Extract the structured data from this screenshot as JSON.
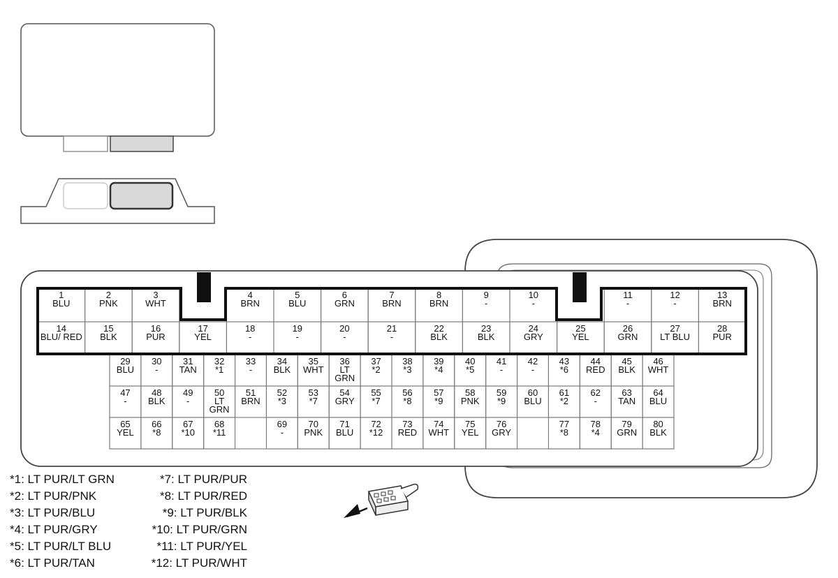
{
  "connector": {
    "main_rows": [
      [
        [
          "1",
          "BLU"
        ],
        [
          "2",
          "PNK"
        ],
        [
          "3",
          "WHT"
        ],
        null,
        [
          "4",
          "BRN"
        ],
        [
          "5",
          "BLU"
        ],
        [
          "6",
          "GRN"
        ],
        [
          "7",
          "BRN"
        ],
        [
          "8",
          "BRN"
        ],
        [
          "9",
          "-"
        ],
        [
          "10",
          "-"
        ],
        null,
        [
          "11",
          "-"
        ],
        [
          "12",
          "-"
        ],
        [
          "13",
          "BRN"
        ]
      ],
      [
        [
          "14",
          "BLU/ RED"
        ],
        [
          "15",
          "BLK"
        ],
        [
          "16",
          "PUR"
        ],
        [
          "17",
          "YEL"
        ],
        [
          "18",
          "-"
        ],
        [
          "19",
          "-"
        ],
        [
          "20",
          "-"
        ],
        [
          "21",
          "-"
        ],
        [
          "22",
          "BLK"
        ],
        [
          "23",
          "BLK"
        ],
        [
          "24",
          "GRY"
        ],
        [
          "25",
          "YEL"
        ],
        [
          "26",
          "GRN"
        ],
        [
          "27",
          "LT BLU"
        ],
        [
          "28",
          "PUR"
        ]
      ]
    ],
    "lower_rows": [
      [
        [
          "29",
          "BLU"
        ],
        [
          "30",
          "-"
        ],
        [
          "31",
          "TAN"
        ],
        [
          "32",
          "*1"
        ],
        [
          "33",
          "-"
        ],
        [
          "34",
          "BLK"
        ],
        [
          "35",
          "WHT"
        ],
        [
          "36",
          "LT GRN"
        ],
        [
          "37",
          "*2"
        ],
        [
          "38",
          "*3"
        ],
        [
          "39",
          "*4"
        ],
        [
          "40",
          "*5"
        ],
        [
          "41",
          "-"
        ],
        [
          "42",
          "-"
        ],
        [
          "43",
          "*6"
        ],
        [
          "44",
          "RED"
        ],
        [
          "45",
          "BLK"
        ],
        [
          "46",
          "WHT"
        ]
      ],
      [
        [
          "47",
          "-"
        ],
        [
          "48",
          "BLK"
        ],
        [
          "49",
          "-"
        ],
        [
          "50",
          "LT GRN"
        ],
        [
          "51",
          "BRN"
        ],
        [
          "52",
          "*3"
        ],
        [
          "53",
          "*7"
        ],
        [
          "54",
          "GRY"
        ],
        [
          "55",
          "*7"
        ],
        [
          "56",
          "*8"
        ],
        [
          "57",
          "*9"
        ],
        [
          "58",
          "PNK"
        ],
        [
          "59",
          "*9"
        ],
        [
          "60",
          "BLU"
        ],
        [
          "61",
          "*2"
        ],
        [
          "62",
          "-"
        ],
        [
          "63",
          "TAN"
        ],
        [
          "64",
          "BLU"
        ]
      ],
      [
        [
          "65",
          "YEL"
        ],
        [
          "66",
          "*8"
        ],
        [
          "67",
          "*10"
        ],
        [
          "68",
          "*11"
        ],
        null,
        [
          "69",
          "-"
        ],
        [
          "70",
          "PNK"
        ],
        [
          "71",
          "BLU"
        ],
        [
          "72",
          "*12"
        ],
        [
          "73",
          "RED"
        ],
        [
          "74",
          "WHT"
        ],
        [
          "75",
          "YEL"
        ],
        [
          "76",
          "GRY"
        ],
        null,
        [
          "77",
          "*8"
        ],
        [
          "78",
          "*4"
        ],
        [
          "79",
          "GRN"
        ],
        [
          "80",
          "BLK"
        ]
      ]
    ]
  },
  "legend_left": [
    "*1: LT PUR/LT GRN",
    "*2: LT PUR/PNK",
    "*3: LT PUR/BLU",
    "*4: LT PUR/GRY",
    "*5: LT PUR/LT BLU",
    "*6: LT PUR/TAN"
  ],
  "legend_right": [
    "*7: LT PUR/PUR",
    "*8: LT PUR/RED",
    "*9: LT PUR/BLK",
    "*10: LT PUR/GRN",
    "*11: LT PUR/YEL",
    "*12: LT PUR/WHT"
  ],
  "colors": {
    "outline": "#444444",
    "thick": "#111111",
    "fill_gray": "#d9d9d9"
  }
}
